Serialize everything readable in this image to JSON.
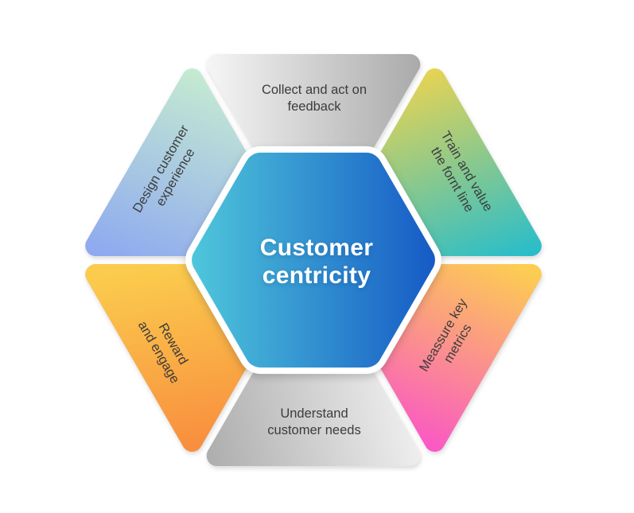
{
  "diagram_title": "Customer centricity",
  "center": {
    "line1": "Customer",
    "line2": "centricity",
    "text_color": "#FFFFFF",
    "gradient": {
      "start": "#4FC8DB",
      "end": "#1559C5"
    }
  },
  "segments": [
    {
      "id": "collect-feedback",
      "position": "top",
      "line1": "Collect and act on",
      "line2": "feedback",
      "gradient": {
        "start": "#FBFBFB",
        "end": "#A5A5A5"
      }
    },
    {
      "id": "train-front-line",
      "position": "top-right",
      "line1": "Train and value",
      "line2": "the fornt line",
      "gradient": {
        "start": "#F6D54A",
        "end": "#27BDCB"
      }
    },
    {
      "id": "measure-metrics",
      "position": "bottom-right",
      "line1": "Meassure key",
      "line2": "metrics",
      "gradient": {
        "start": "#FCCD52",
        "end": "#FA4ECE"
      }
    },
    {
      "id": "understand-needs",
      "position": "bottom",
      "line1": "Understand",
      "line2": "customer needs",
      "gradient": {
        "start": "#A8A8A8",
        "end": "#F5F5F5"
      }
    },
    {
      "id": "reward-engage",
      "position": "bottom-left",
      "line1": "Reward",
      "line2": "and engage",
      "gradient": {
        "start": "#FBCB4D",
        "end": "#F8863C"
      }
    },
    {
      "id": "design-experience",
      "position": "top-left",
      "line1": "Design customer",
      "line2": "experience",
      "gradient": {
        "start": "#C9F0CF",
        "end": "#8EA9F0"
      }
    }
  ],
  "colors": {
    "background": "#FFFFFF",
    "segment_label_text": "#3C3C3C",
    "separator": "#FFFFFF"
  }
}
